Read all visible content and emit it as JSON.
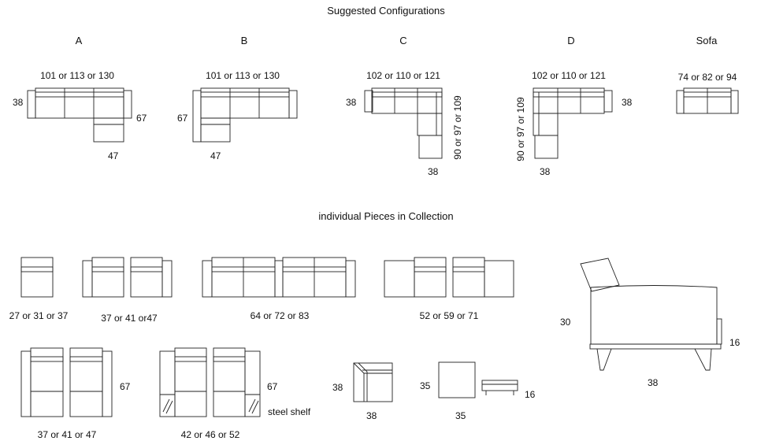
{
  "headings": {
    "configurations": "Suggested Configurations",
    "pieces": "individual Pieces in Collection"
  },
  "configs": {
    "a": {
      "letter": "A",
      "width": "101 or 113 or 130",
      "depth": "38",
      "chaise_length": "67",
      "chaise_width": "47"
    },
    "b": {
      "letter": "B",
      "width": "101 or 113 or 130",
      "depth": "67",
      "chaise_width": "47"
    },
    "c": {
      "letter": "C",
      "width": "102 or 110 or 121",
      "depth": "38",
      "return_length": "90 or 97 or 109",
      "return_depth": "38"
    },
    "d": {
      "letter": "D",
      "width": "102 or 110 or 121",
      "depth": "38",
      "return_length": "90 or 97 or 109",
      "return_depth": "38"
    },
    "sofa": {
      "letter": "Sofa",
      "width": "74 or 82 or 94"
    }
  },
  "pieces": {
    "armless_chair": "27 or 31 or 37",
    "two_chairs": "37 or 41 or47",
    "two_loveseats": "64 or 72 or 83",
    "loveseat_extended": "52 or 59 or 71",
    "side_height": "30",
    "side_arm_height": "16",
    "side_depth": "38",
    "chaise_pair_width": "37 or 41 or 47",
    "chaise_pair_length": "67",
    "shelf_chaise_width": "42 or 46 or 52",
    "shelf_chaise_length": "67",
    "shelf_note": "steel shelf",
    "corner_size_side": "38",
    "corner_size_bottom": "38",
    "ottoman_side": "35",
    "ottoman_bottom": "35",
    "bench_height": "16"
  }
}
